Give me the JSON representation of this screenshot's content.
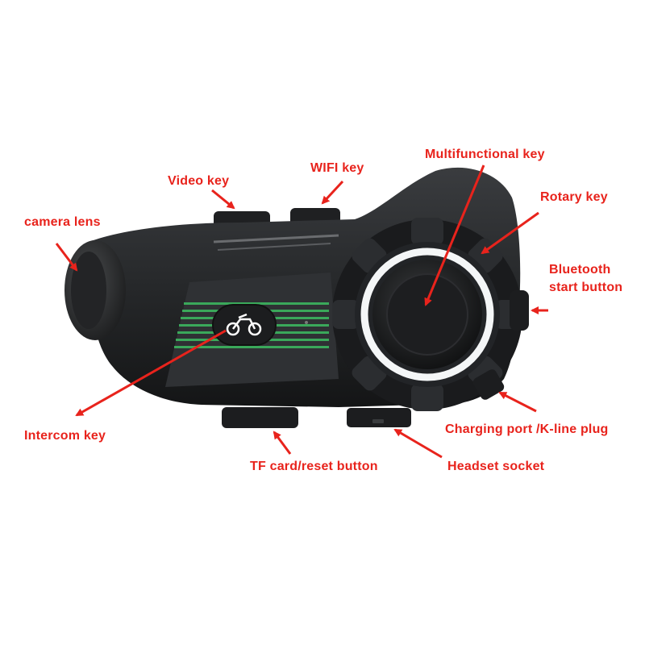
{
  "colors": {
    "label": "#e8231c",
    "arrow": "#e8231c",
    "body": "#2a2c2e",
    "body_dark": "#17181a",
    "accent_green": "#3aa85a",
    "ring": "#f4f6f7"
  },
  "labels": {
    "multifunctional_key": "Multifunctional key",
    "wifi_key": "WIFI key",
    "video_key": "Video key",
    "rotary_key": "Rotary key",
    "camera_lens": "camera lens",
    "bluetooth_start_line1": "Bluetooth",
    "bluetooth_start_line2": "start button",
    "intercom_key": "Intercom key",
    "charging_port": "Charging port /K-line plug",
    "tf_card_reset": "TF card/reset button",
    "headset_socket": "Headset socket"
  },
  "device": {
    "logo_icon": "motorcycle-icon"
  }
}
